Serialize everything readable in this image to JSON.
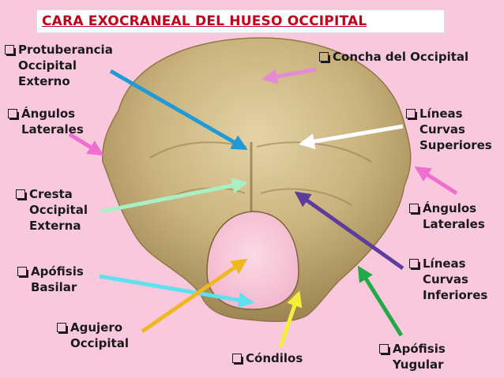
{
  "title": "CARA EXOCRANEAL DEL HUESO OCCIPITAL",
  "labels": {
    "protuberancia": [
      "Protuberancia",
      "Occipital",
      "Externo"
    ],
    "concha": [
      "Concha del Occipital"
    ],
    "angulos_left": [
      "Ángulos",
      "Laterales"
    ],
    "lineas_superiores": [
      "Líneas",
      "Curvas",
      "Superiores"
    ],
    "cresta": [
      "Cresta",
      "Occipital",
      "Externa"
    ],
    "angulos_right": [
      "Ángulos",
      "Laterales"
    ],
    "apofisis_basilar": [
      "Apófisis",
      "Basilar"
    ],
    "lineas_inferiores": [
      "Líneas",
      "Curvas",
      "Inferiores"
    ],
    "agujero": [
      "Agujero",
      "Occipital"
    ],
    "condilos": [
      "Cóndilos"
    ],
    "apofisis_yugular": [
      "Apófisis",
      "Yugular"
    ]
  },
  "colors": {
    "background": "#f9c8dc",
    "title": "#c0001a",
    "bone": "#c8b380",
    "arrow_protuberancia": "#1e9ad6",
    "arrow_concha": "#e58bd6",
    "arrow_angulos_left": "#ee6fd0",
    "arrow_lineas_superiores": "#ffffff",
    "arrow_cresta": "#a8f0c4",
    "arrow_angulos_right": "#ee6fd0",
    "arrow_apofisis_basilar": "#5fe0ee",
    "arrow_lineas_inferiores": "#5c3c9c",
    "arrow_agujero": "#f0b820",
    "arrow_condilos": "#f4ee3a",
    "arrow_apofisis_yugular": "#22a846"
  }
}
